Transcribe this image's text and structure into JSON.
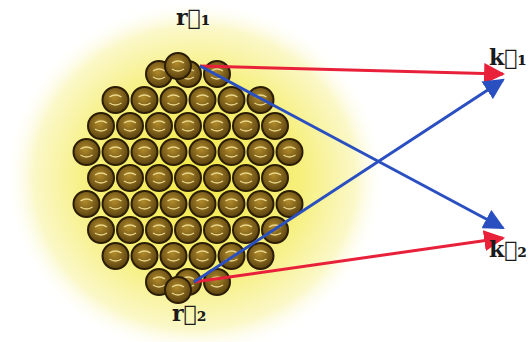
{
  "diagram": {
    "labels": [
      "r⃗₁",
      "k⃗₁",
      "k⃗₂",
      "r⃗₂"
    ]
  }
}
